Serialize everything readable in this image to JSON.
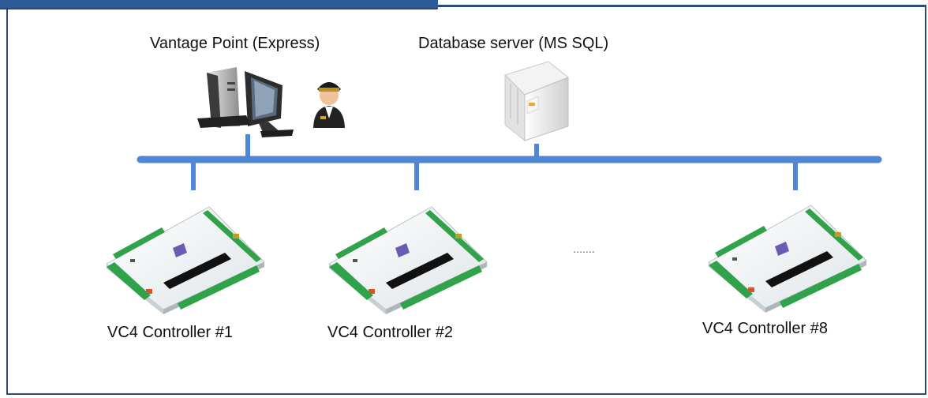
{
  "diagram": {
    "header_tab_color": "#2e5c98",
    "bus_color": "#4f86d6",
    "nodes": {
      "vantage_point": {
        "label": "Vantage Point (Express)",
        "icon": "workstation-with-operator-icon"
      },
      "database": {
        "label": "Database server (MS SQL)",
        "icon": "server-tower-icon"
      },
      "controller_1": {
        "label": "VC4 Controller #1",
        "icon": "controller-board-icon"
      },
      "controller_2": {
        "label": "VC4 Controller #2",
        "icon": "controller-board-icon"
      },
      "controller_8": {
        "label": "VC4 Controller #8",
        "icon": "controller-board-icon"
      }
    },
    "ellipsis": "......."
  }
}
